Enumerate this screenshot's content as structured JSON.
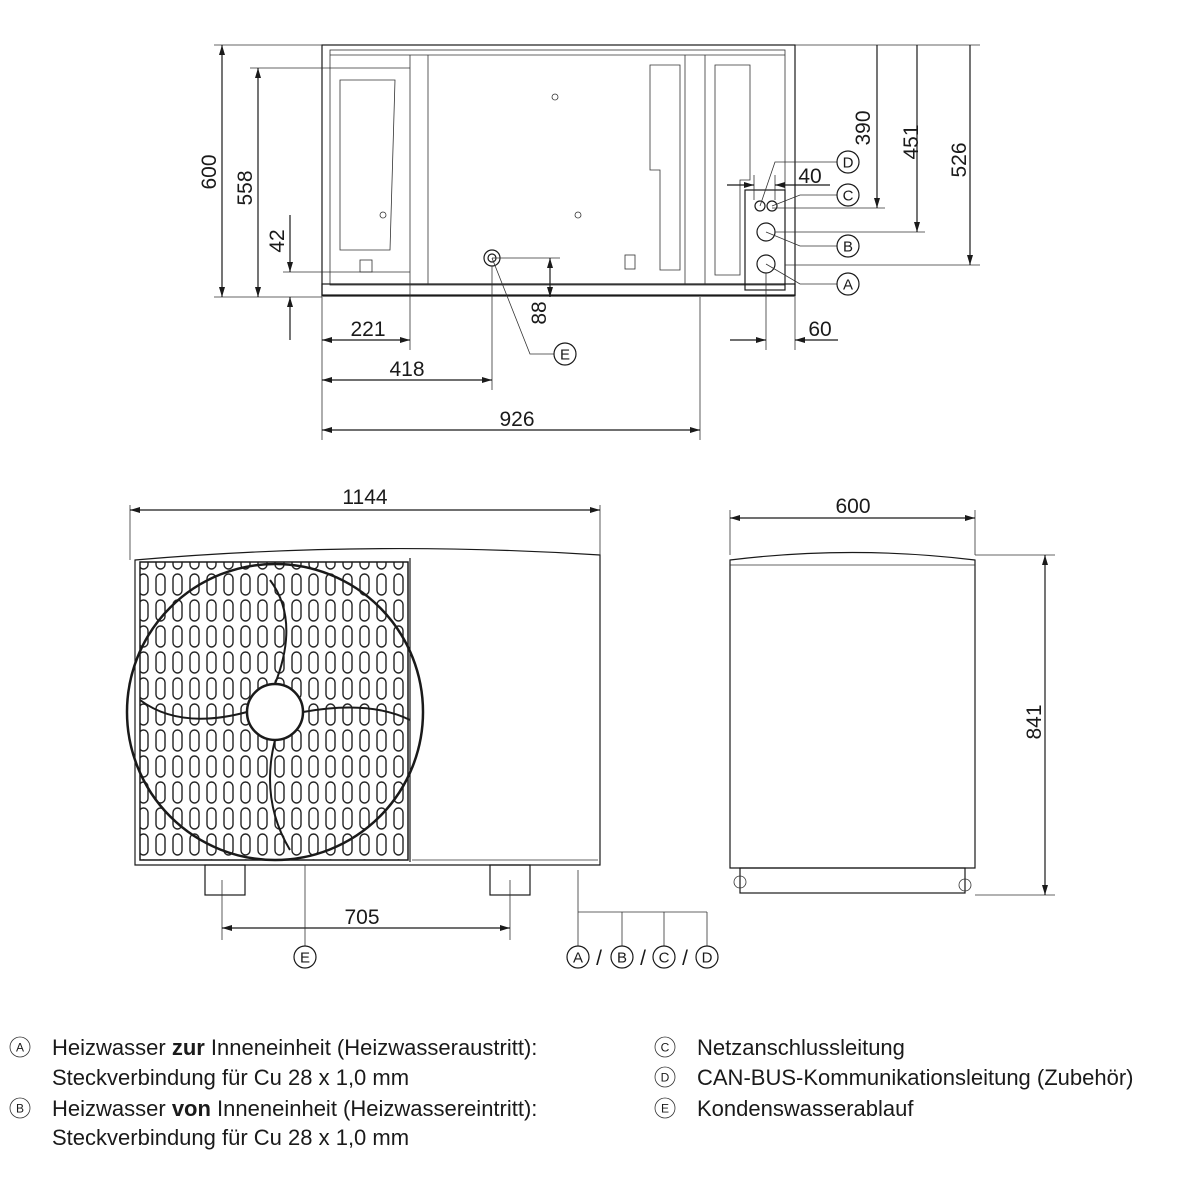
{
  "top_view": {
    "dims": {
      "d600": "600",
      "d558": "558",
      "d42": "42",
      "d88": "88",
      "d390": "390",
      "d451": "451",
      "d526": "526",
      "d40": "40",
      "d60": "60",
      "d221": "221",
      "d418": "418",
      "d926": "926"
    },
    "callouts": {
      "A": "A",
      "B": "B",
      "C": "C",
      "D": "D",
      "E": "E"
    }
  },
  "front_view": {
    "dims": {
      "width": "1144",
      "feet": "705"
    },
    "callouts": {
      "E": "E",
      "A": "A",
      "B": "B",
      "C": "C",
      "D": "D",
      "sep": "/"
    }
  },
  "side_view": {
    "dims": {
      "depth": "600",
      "height": "841"
    }
  },
  "legend": {
    "A": {
      "letter": "A",
      "pre": "Heizwasser ",
      "bold": "zur",
      "post": " Inneneinheit (Heizwasseraustritt):",
      "line2": "Steckverbindung für Cu 28 x 1,0 mm"
    },
    "B": {
      "letter": "B",
      "pre": "Heizwasser ",
      "bold": "von",
      "post": " Inneneinheit (Heizwassereintritt):",
      "line2": "Steckverbindung für Cu 28 x 1,0 mm"
    },
    "C": {
      "letter": "C",
      "text": "Netzanschlussleitung"
    },
    "D": {
      "letter": "D",
      "text": "CAN-BUS-Kommunikationsleitung (Zubehör)"
    },
    "E": {
      "letter": "E",
      "text": "Kondenswasserablauf"
    }
  }
}
